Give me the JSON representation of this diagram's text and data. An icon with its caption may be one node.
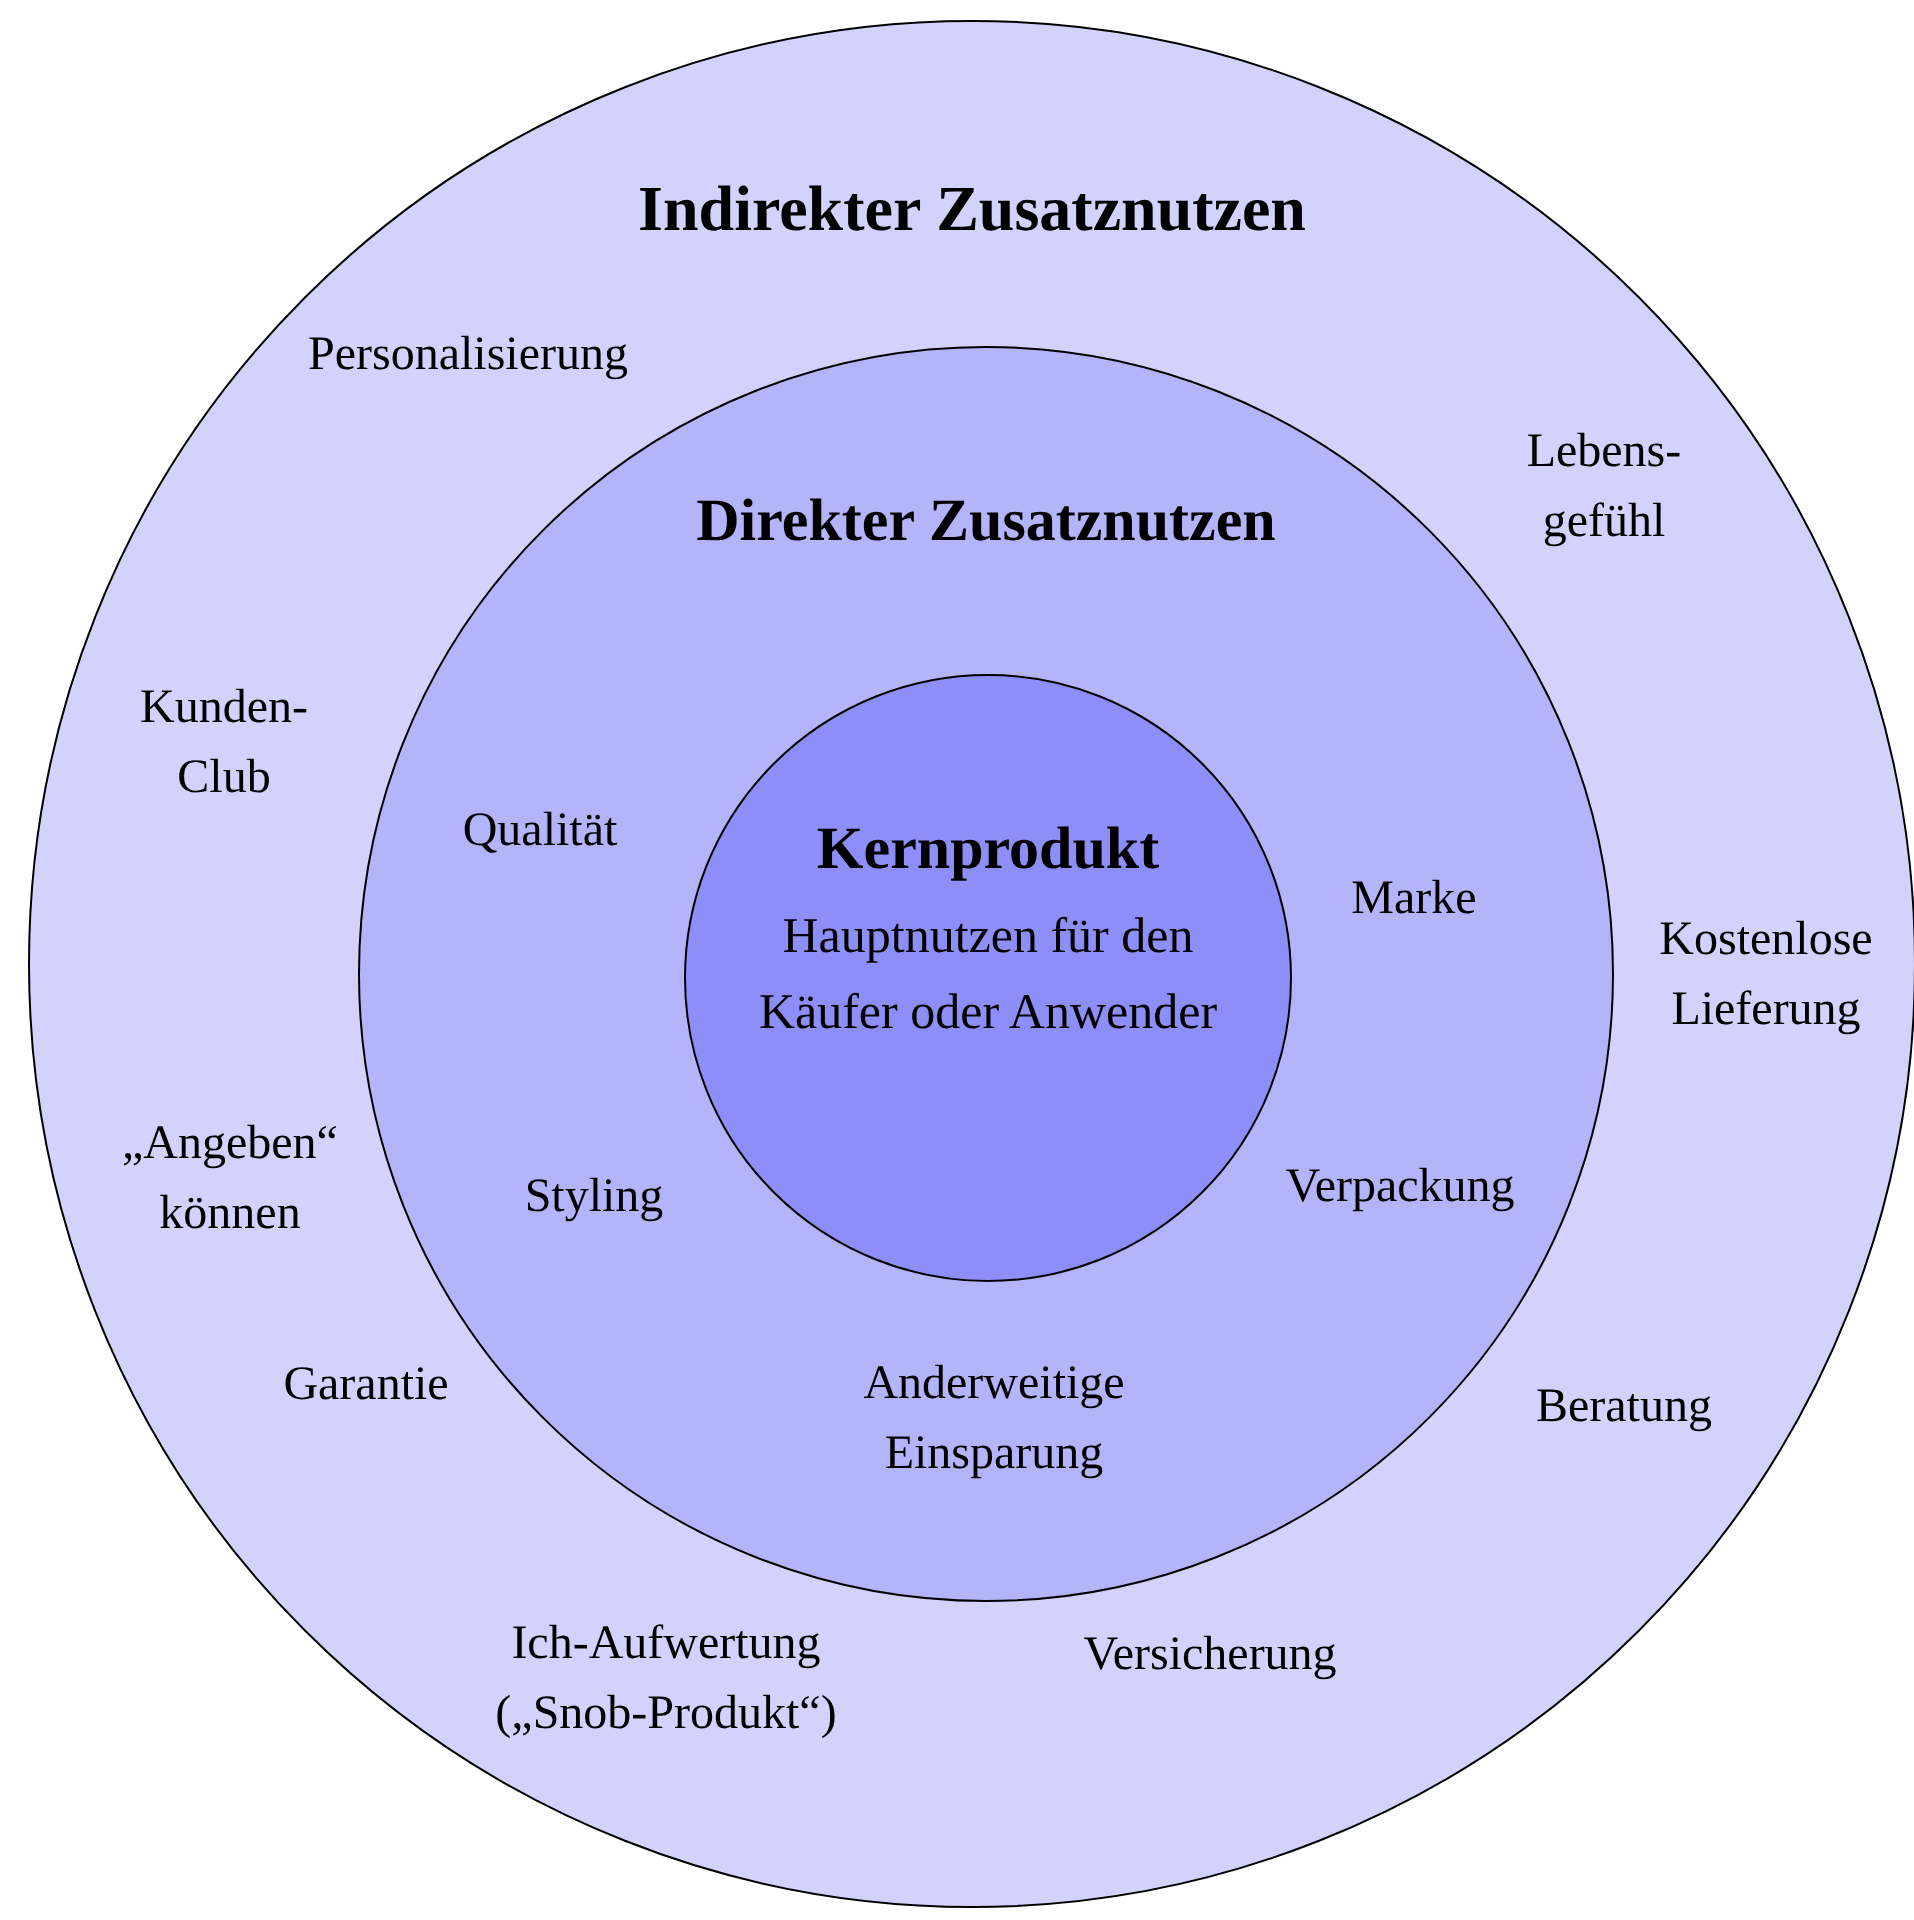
{
  "diagram": {
    "nodes": [
      {
        "text": [
          "Indirekter Zusatznutzen"
        ]
      },
      {
        "text": [
          "Direkter Zusatznutzen"
        ],
        "in": 0
      },
      {
        "text": [
          "Kernprodukt",
          "Hauptnutzen für den Käufer oder Anwender"
        ],
        "in": 1
      }
    ],
    "labels": [
      "Personalisierung",
      "Lebens- gefühl",
      "Kunden- Club",
      "Qualität",
      "Marke",
      "Kostenlose Lieferung",
      "„Angeben“ können",
      "Styling",
      "Verpackung",
      "Garantie",
      "Anderweitige Einsparung",
      "Beratung",
      "Ich-Aufwertung („Snob-Produkt“)",
      "Versicherung"
    ]
  }
}
